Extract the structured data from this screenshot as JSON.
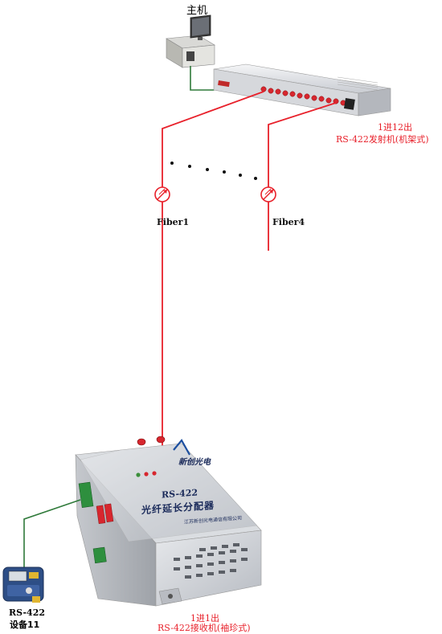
{
  "host": {
    "label": "主机"
  },
  "transmitter": {
    "line1": "1进12出",
    "line2": "RS-422发射机(机架式)"
  },
  "fibers": [
    {
      "label": "Fiber1"
    },
    {
      "label": "Fiber4"
    }
  ],
  "receiver": {
    "line1": "1进1出",
    "line2": "RS-422接收机(袖珍式)",
    "model_text": "RS-422",
    "name_text": "光纤延长分配器",
    "company_text": "江苏新创光电通信有限公司",
    "logo_text": "新创光电"
  },
  "device": {
    "line1": "RS-422",
    "line2": "设备11"
  },
  "colors": {
    "fiber": "#e8202a",
    "cable": "#2f7a3a"
  }
}
